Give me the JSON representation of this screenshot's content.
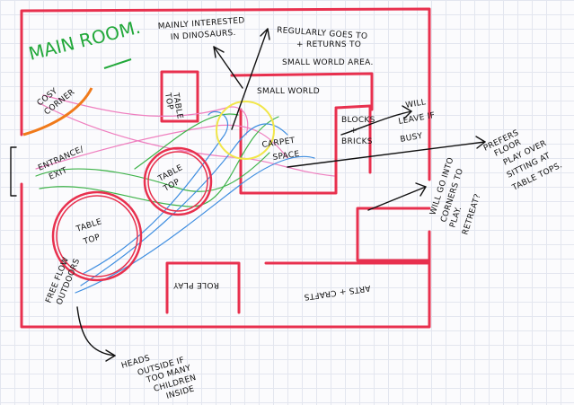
{
  "title": "MAIN ROOM.",
  "colors": {
    "walls": "#e8304e",
    "ink": "#111111",
    "title": "#22a83a",
    "path_pink": "#ef7fbf",
    "path_green": "#3fb34a",
    "path_blue": "#3f8ee0",
    "highlight_yellow": "#f1e64a",
    "cozy_arc": "#f07a1a"
  },
  "areas": {
    "cozy_corner": [
      "COSY",
      "CORNER"
    ],
    "table_top_small": [
      "TABLE",
      "TOP"
    ],
    "small_world": "SMALL WORLD",
    "blocks_brick": [
      "BLOCKS",
      "+",
      "BRICKS"
    ],
    "carpet_space": [
      "CARPET",
      "SPACE"
    ],
    "table_top_mid": [
      "TABLE",
      "TOP"
    ],
    "table_top_large": [
      "TABLE",
      "TOP"
    ],
    "role_play": "ROLE PLAY",
    "arts_crafts": "ARTS + CRAFTS",
    "entrance_exit": [
      "ENTRANCE/",
      "EXIT"
    ],
    "free_outdoors": [
      "FREE FLOW",
      "OUTDOORS"
    ]
  },
  "notes": {
    "interested": [
      "MAINLY INTERESTED",
      "IN DINOSAURS."
    ],
    "regularly": [
      "REGULARLY GOES TO",
      "+ RETURNS TO",
      "SMALL WORLD AREA."
    ],
    "will_leave": [
      "WILL",
      "LEAVE IF",
      "BUSY"
    ],
    "prefers": [
      "PREFERS",
      "FLOOR",
      "PLAY OVER",
      "SITTING AT",
      "TABLE TOPS."
    ],
    "corners": [
      "WILL GO INTO",
      "CORNERS TO",
      "PLAY.",
      "RETREAT?"
    ],
    "heads": [
      "HEADS",
      "OUTSIDE IF",
      "TOO MANY",
      "CHILDREN",
      "INSIDE"
    ]
  }
}
